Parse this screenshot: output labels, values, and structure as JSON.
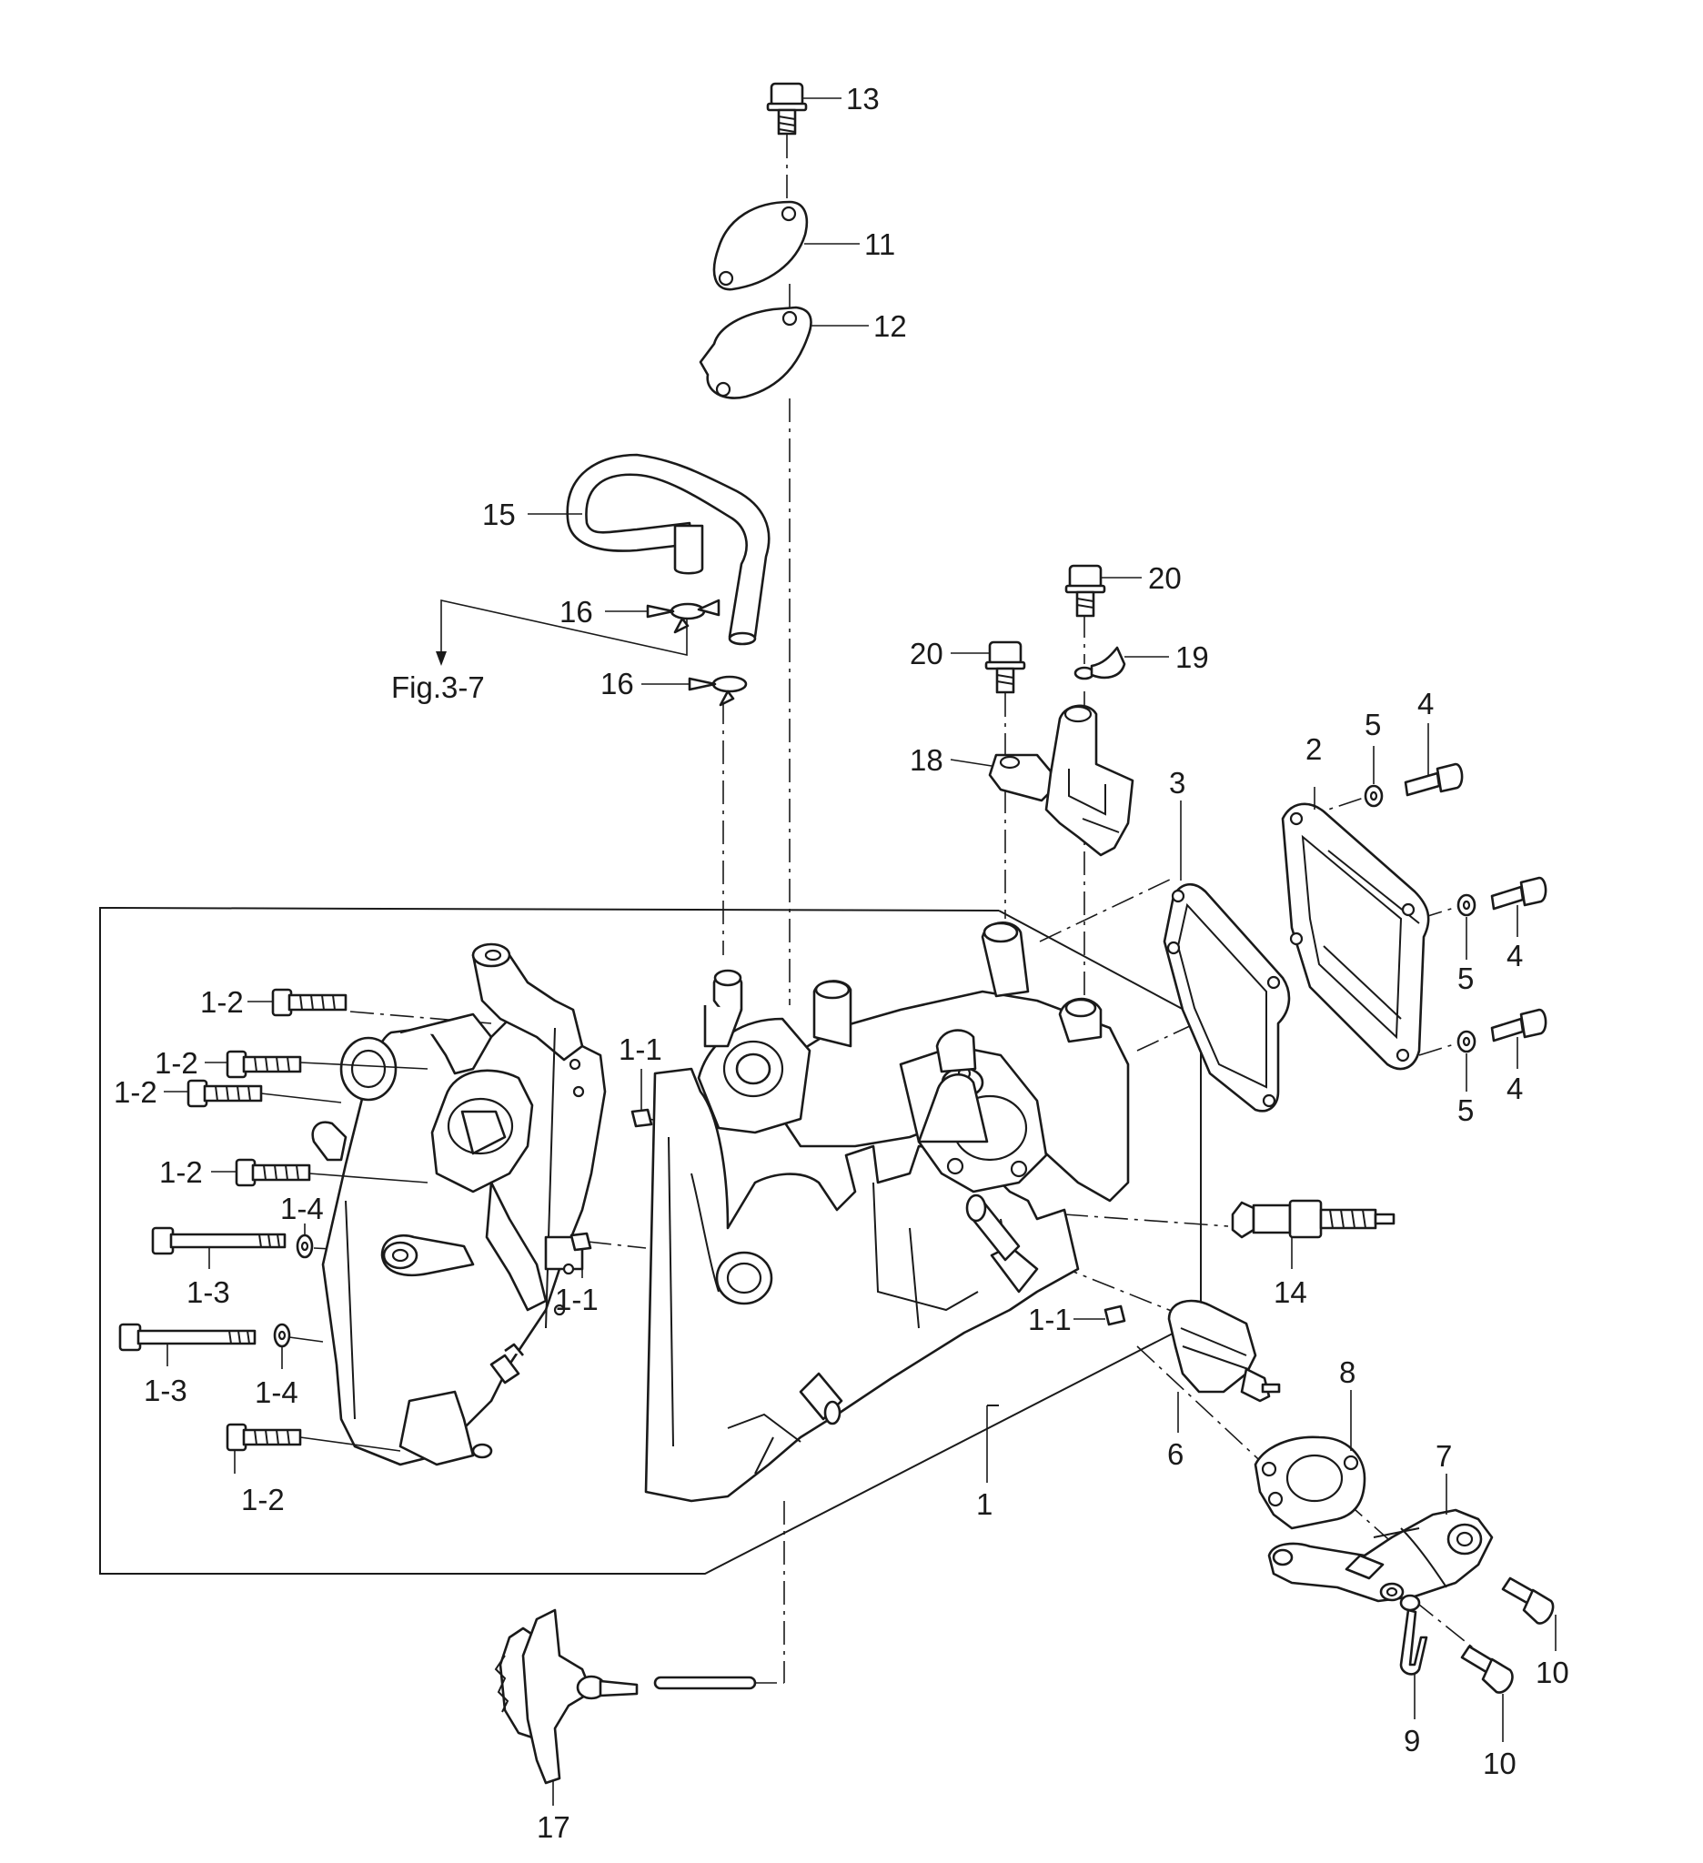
{
  "labels": {
    "l13": "13",
    "l11": "11",
    "l12": "12",
    "l15": "15",
    "l16a": "16",
    "l16b": "16",
    "fig_ref": "Fig.3-7",
    "l20a": "20",
    "l20b": "20",
    "l19": "19",
    "l18": "18",
    "l3": "3",
    "l2": "2",
    "l5a": "5",
    "l4a": "4",
    "l4b": "4",
    "l5b": "5",
    "l4c": "4",
    "l5c": "5",
    "l1_2a": "1-2",
    "l1_2b": "1-2",
    "l1_2c": "1-2",
    "l1_2d": "1-2",
    "l1_2e": "1-2",
    "l1_1a": "1-1",
    "l1_1b": "1-1",
    "l1_1c": "1-1",
    "l1_4a": "1-4",
    "l1_4b": "1-4",
    "l1_3a": "1-3",
    "l1_3b": "1-3",
    "l14": "14",
    "l8": "8",
    "l7": "7",
    "l6": "6",
    "l1": "1",
    "l10a": "10",
    "l10b": "10",
    "l9": "9",
    "l17": "17"
  }
}
